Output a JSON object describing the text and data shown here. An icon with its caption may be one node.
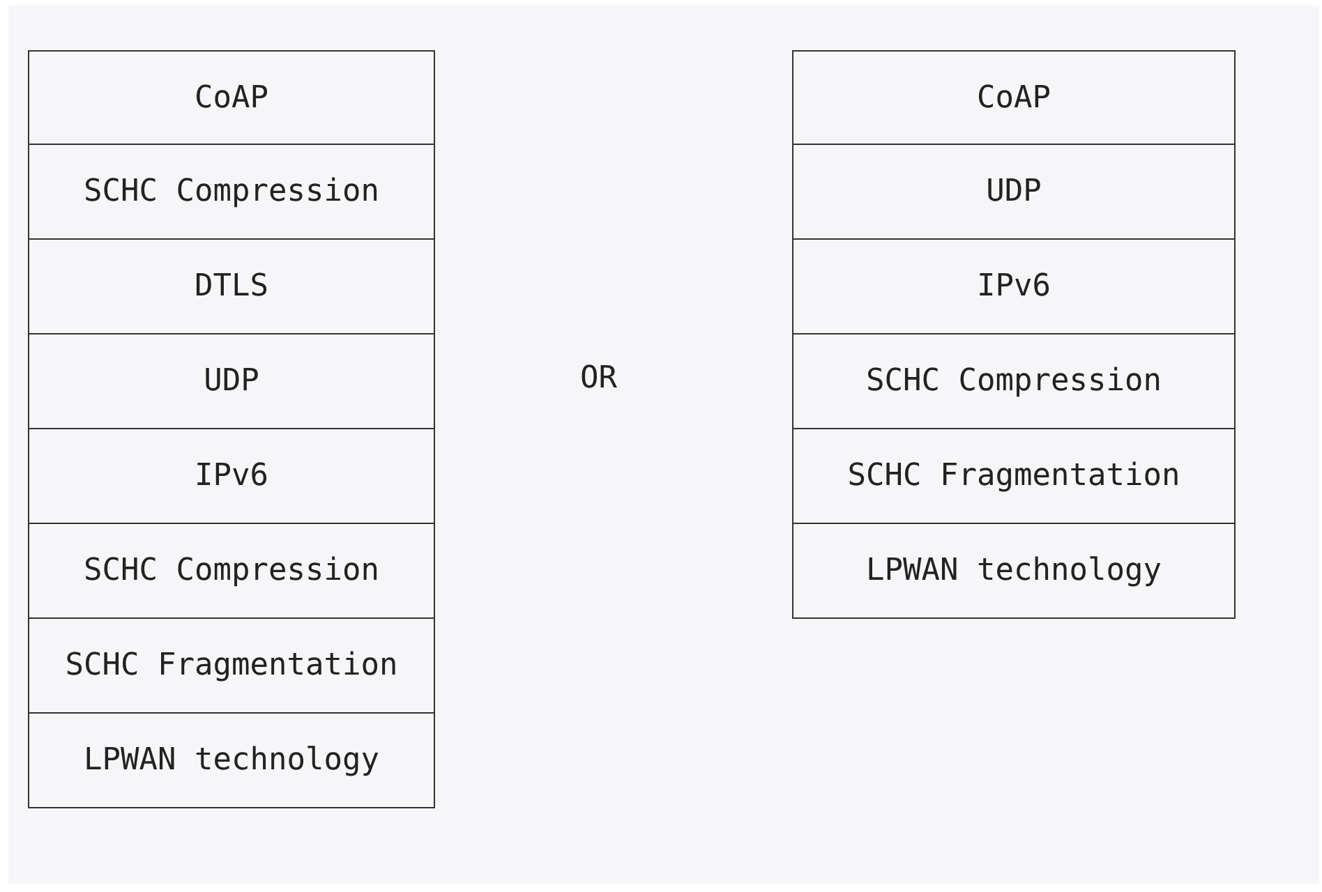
{
  "diagram": {
    "nodes": [
      {
        "text": [
          "CoAP"
        ]
      },
      {
        "text": [
          "SCHC Compression"
        ]
      },
      {
        "text": [
          "DTLS"
        ]
      },
      {
        "text": [
          "UDP"
        ]
      },
      {
        "text": [
          "IPv6"
        ]
      },
      {
        "text": [
          "SCHC Compression"
        ]
      },
      {
        "text": [
          "SCHC Fragmentation"
        ]
      },
      {
        "text": [
          "LPWAN technology"
        ]
      },
      {
        "text": [
          "CoAP"
        ]
      },
      {
        "text": [
          "UDP"
        ]
      },
      {
        "text": [
          "IPv6"
        ]
      },
      {
        "text": [
          "SCHC Compression"
        ]
      },
      {
        "text": [
          "SCHC Fragmentation"
        ]
      },
      {
        "text": [
          "LPWAN technology"
        ]
      }
    ],
    "edges": [],
    "labels": [
      "OR"
    ]
  }
}
